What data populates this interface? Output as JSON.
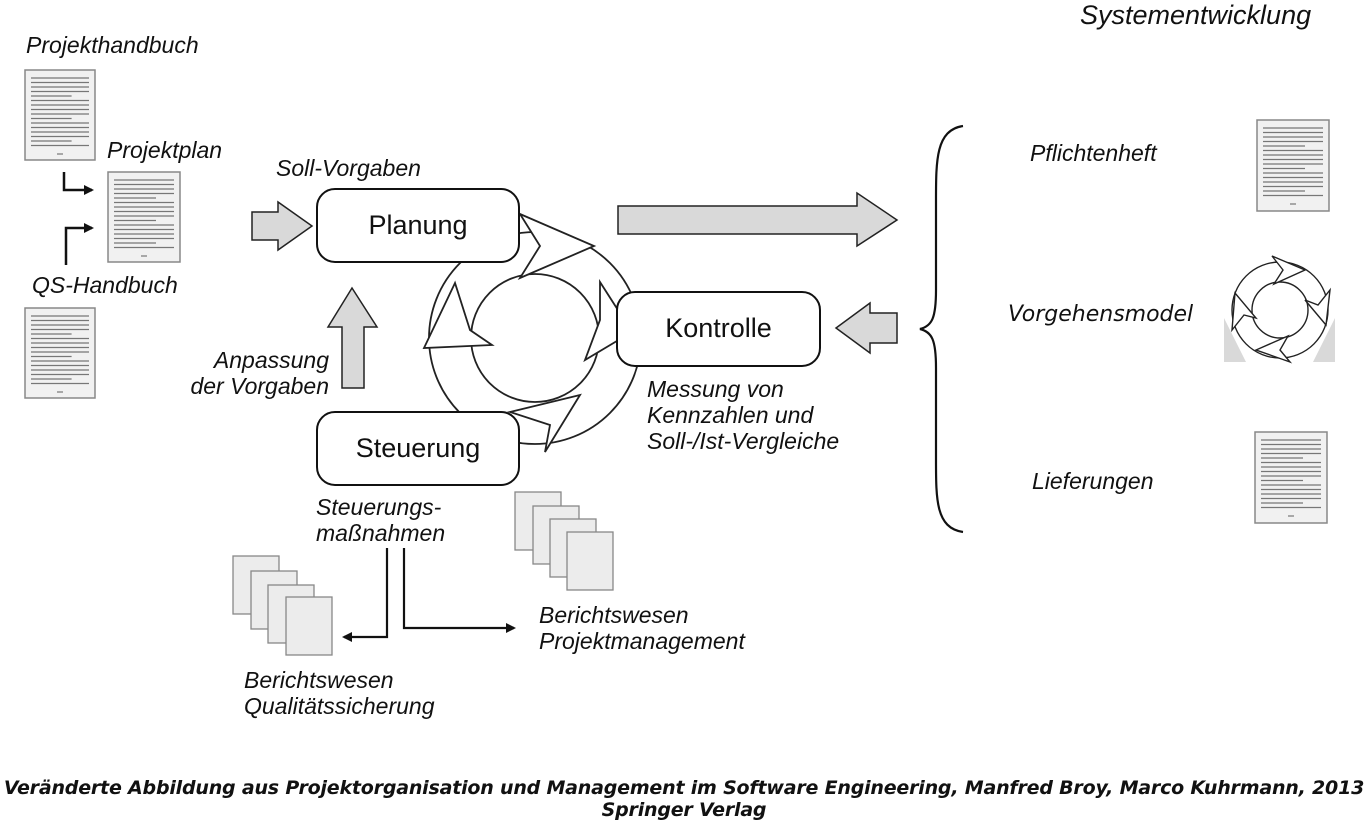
{
  "header": {
    "title": "Systementwicklung"
  },
  "left_docs": {
    "projekthandbuch": "Projekthandbuch",
    "projektplan": "Projektplan",
    "qs_handbuch": "QS-Handbuch"
  },
  "cycle": {
    "soll_vorgaben": "Soll-Vorgaben",
    "planung": "Planung",
    "kontrolle": "Kontrolle",
    "steuerung": "Steuerung",
    "anpassung": [
      "Anpassung",
      "der Vorgaben"
    ],
    "messung": [
      "Messung von",
      "Kennzahlen und",
      "Soll-/Ist-Vergleiche"
    ],
    "steuerungsmassnahmen": [
      "Steuerungs-",
      "maßnahmen"
    ]
  },
  "reports": {
    "qs": [
      "Berichtswesen",
      "Qualitätssicherung"
    ],
    "pm": [
      "Berichtswesen",
      "Projektmanagement"
    ]
  },
  "right_items": {
    "pflichtenheft": "Pflichtenheft",
    "vorgehensmodel": "Vorgehensmodel",
    "lieferungen": "Lieferungen"
  },
  "caption": "Veränderte Abbildung aus Projektorganisation und Management im Software Engineering, Manfred Broy, Marco Kuhrmann, 2013 Springer Verlag"
}
